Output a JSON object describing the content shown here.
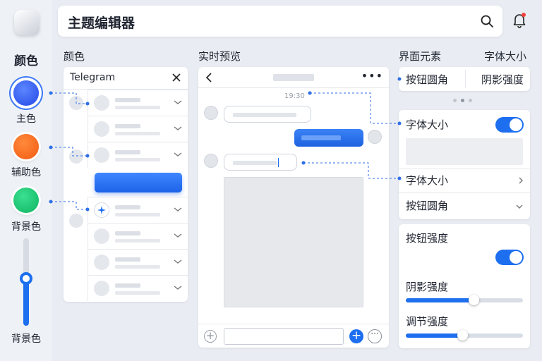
{
  "app": {
    "title": "主题编辑器"
  },
  "sidebar": {
    "heading": "颜色",
    "swatches": [
      {
        "label": "主色",
        "color": "#2f5df2"
      },
      {
        "label": "辅助色",
        "color": "#fa6a1e"
      },
      {
        "label": "背景色",
        "color": "#19c46f"
      }
    ],
    "slider_label": "背景色",
    "slider_level": 0.55
  },
  "columns": {
    "color": "颜色",
    "preview": "实时预览",
    "ui_elements": "界面元素",
    "font_size": "字体大小"
  },
  "color_panel": {
    "header": "Telegram",
    "row_count": 8
  },
  "preview_panel": {
    "timestamp": "19:30"
  },
  "right_panel": {
    "tabs": [
      "按钮圆角",
      "阴影强度"
    ],
    "card1": {
      "toggle_label": "字体大小",
      "toggle_on": true,
      "link_label": "字体大小",
      "dropdown_label": "按钮圆角"
    },
    "card2": {
      "toggle_label": "按钮强度",
      "toggle_on": true,
      "slider1_label": "阴影强度",
      "slider1_value": 0.58,
      "slider2_label": "调节强度",
      "slider2_value": 0.48
    }
  },
  "colors": {
    "accent": "#1d6ff0",
    "primary": "#2f5df2",
    "secondary": "#fa6a1e",
    "background_color": "#19c46f"
  }
}
